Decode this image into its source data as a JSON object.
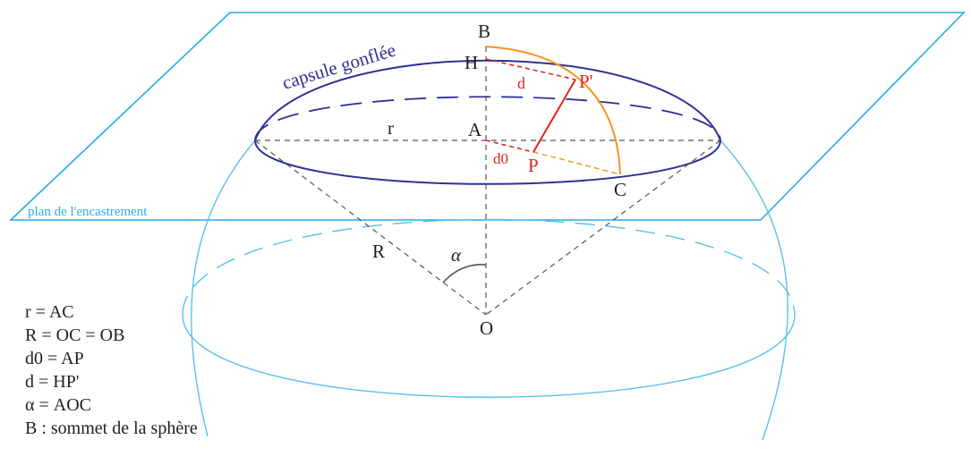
{
  "labels": {
    "B": "B",
    "H": "H",
    "P_prime": "P'",
    "d": "d",
    "r": "r",
    "A": "A",
    "d0": "d0",
    "P": "P",
    "C": "C",
    "R": "R",
    "alpha": "α",
    "O": "O",
    "capsule": "capsule gonflée",
    "plane": "plan de l'encastrement"
  },
  "legend": [
    "r = AC",
    "R = OC = OB",
    "d0 = AP",
    "d = HP'",
    "α = AOC",
    "B : sommet de la sphère"
  ],
  "colors": {
    "plane": "#29abe2",
    "sphere": "#5bc0eb",
    "capsule": "#2e3192",
    "construction": "#555555",
    "red": "#e2231a",
    "orange": "#f7931e",
    "text": "#231f20"
  }
}
